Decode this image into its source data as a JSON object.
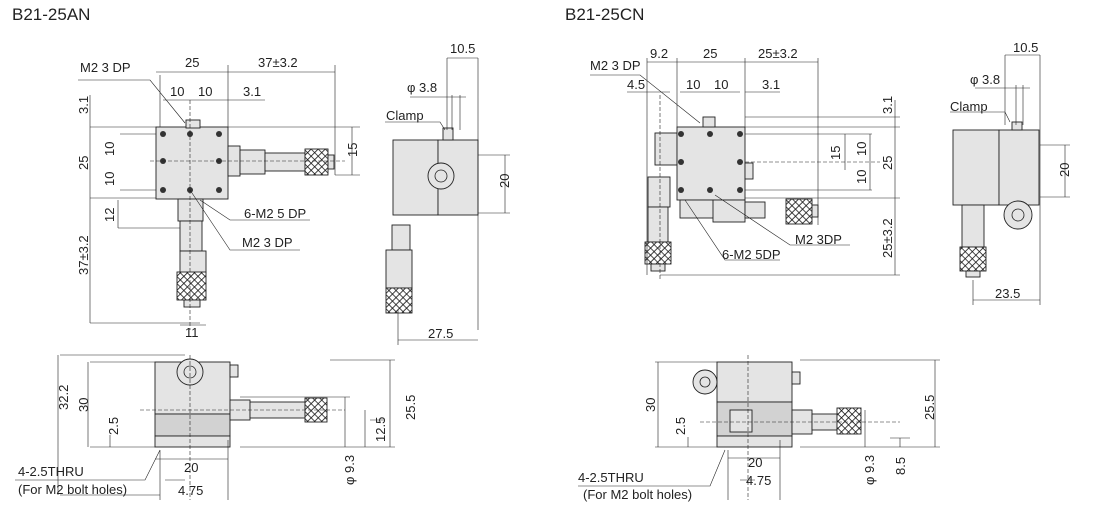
{
  "models": [
    {
      "title": "B21-25AN",
      "top_view": {
        "callout_top": "M2 3 DP",
        "w_body": "25",
        "w_travel": "37±3.2",
        "pitch_a": "10",
        "pitch_b": "10",
        "offset_x": "3.1",
        "offset_y": "3.1",
        "h_body": "25",
        "pitch_c": "10",
        "pitch_d": "10",
        "h_axis": "15",
        "h_12": "12",
        "h_travel": "37±3.2",
        "callout_holes": "6-M2 5 DP",
        "callout_center": "M2 3 DP",
        "w_11": "11"
      },
      "side_view": {
        "w_top": "10.5",
        "dia": "φ 3.8",
        "clamp": "Clamp",
        "h_20": "20",
        "w_bottom": "27.5"
      },
      "front_view": {
        "h_total": "32.2",
        "h_body": "30",
        "h_base": "2.5",
        "h_axis": "12.5",
        "h_axis2": "25.5",
        "w_holes": "20",
        "w_offset": "4.75",
        "dia": "φ 9.3",
        "note_line1": "4-2.5THRU",
        "note_line2": "(For M2 bolt holes)"
      }
    },
    {
      "title": "B21-25CN",
      "top_view": {
        "callout_top": "M2 3 DP",
        "w_left": "9.2",
        "w_body": "25",
        "w_travel": "25±3.2",
        "w_45": "4.5",
        "pitch_a": "10",
        "pitch_b": "10",
        "offset_x": "3.1",
        "offset_y": "3.1",
        "h_axis": "15",
        "pitch_c": "10",
        "pitch_d": "10",
        "h_body": "25",
        "h_travel": "25±3.2",
        "callout_center": "M2 3DP",
        "callout_holes": "6-M2 5DP"
      },
      "side_view": {
        "w_top": "10.5",
        "dia": "φ 3.8",
        "clamp": "Clamp",
        "h_20": "20",
        "w_bottom": "23.5"
      },
      "front_view": {
        "h_body": "30",
        "h_base": "2.5",
        "h_axis2": "25.5",
        "w_holes": "20",
        "w_offset": "4.75",
        "dia": "φ 9.3",
        "h_85": "8.5",
        "note_line1": "4-2.5THRU",
        "note_line2": "(For M2 bolt holes)"
      }
    }
  ]
}
